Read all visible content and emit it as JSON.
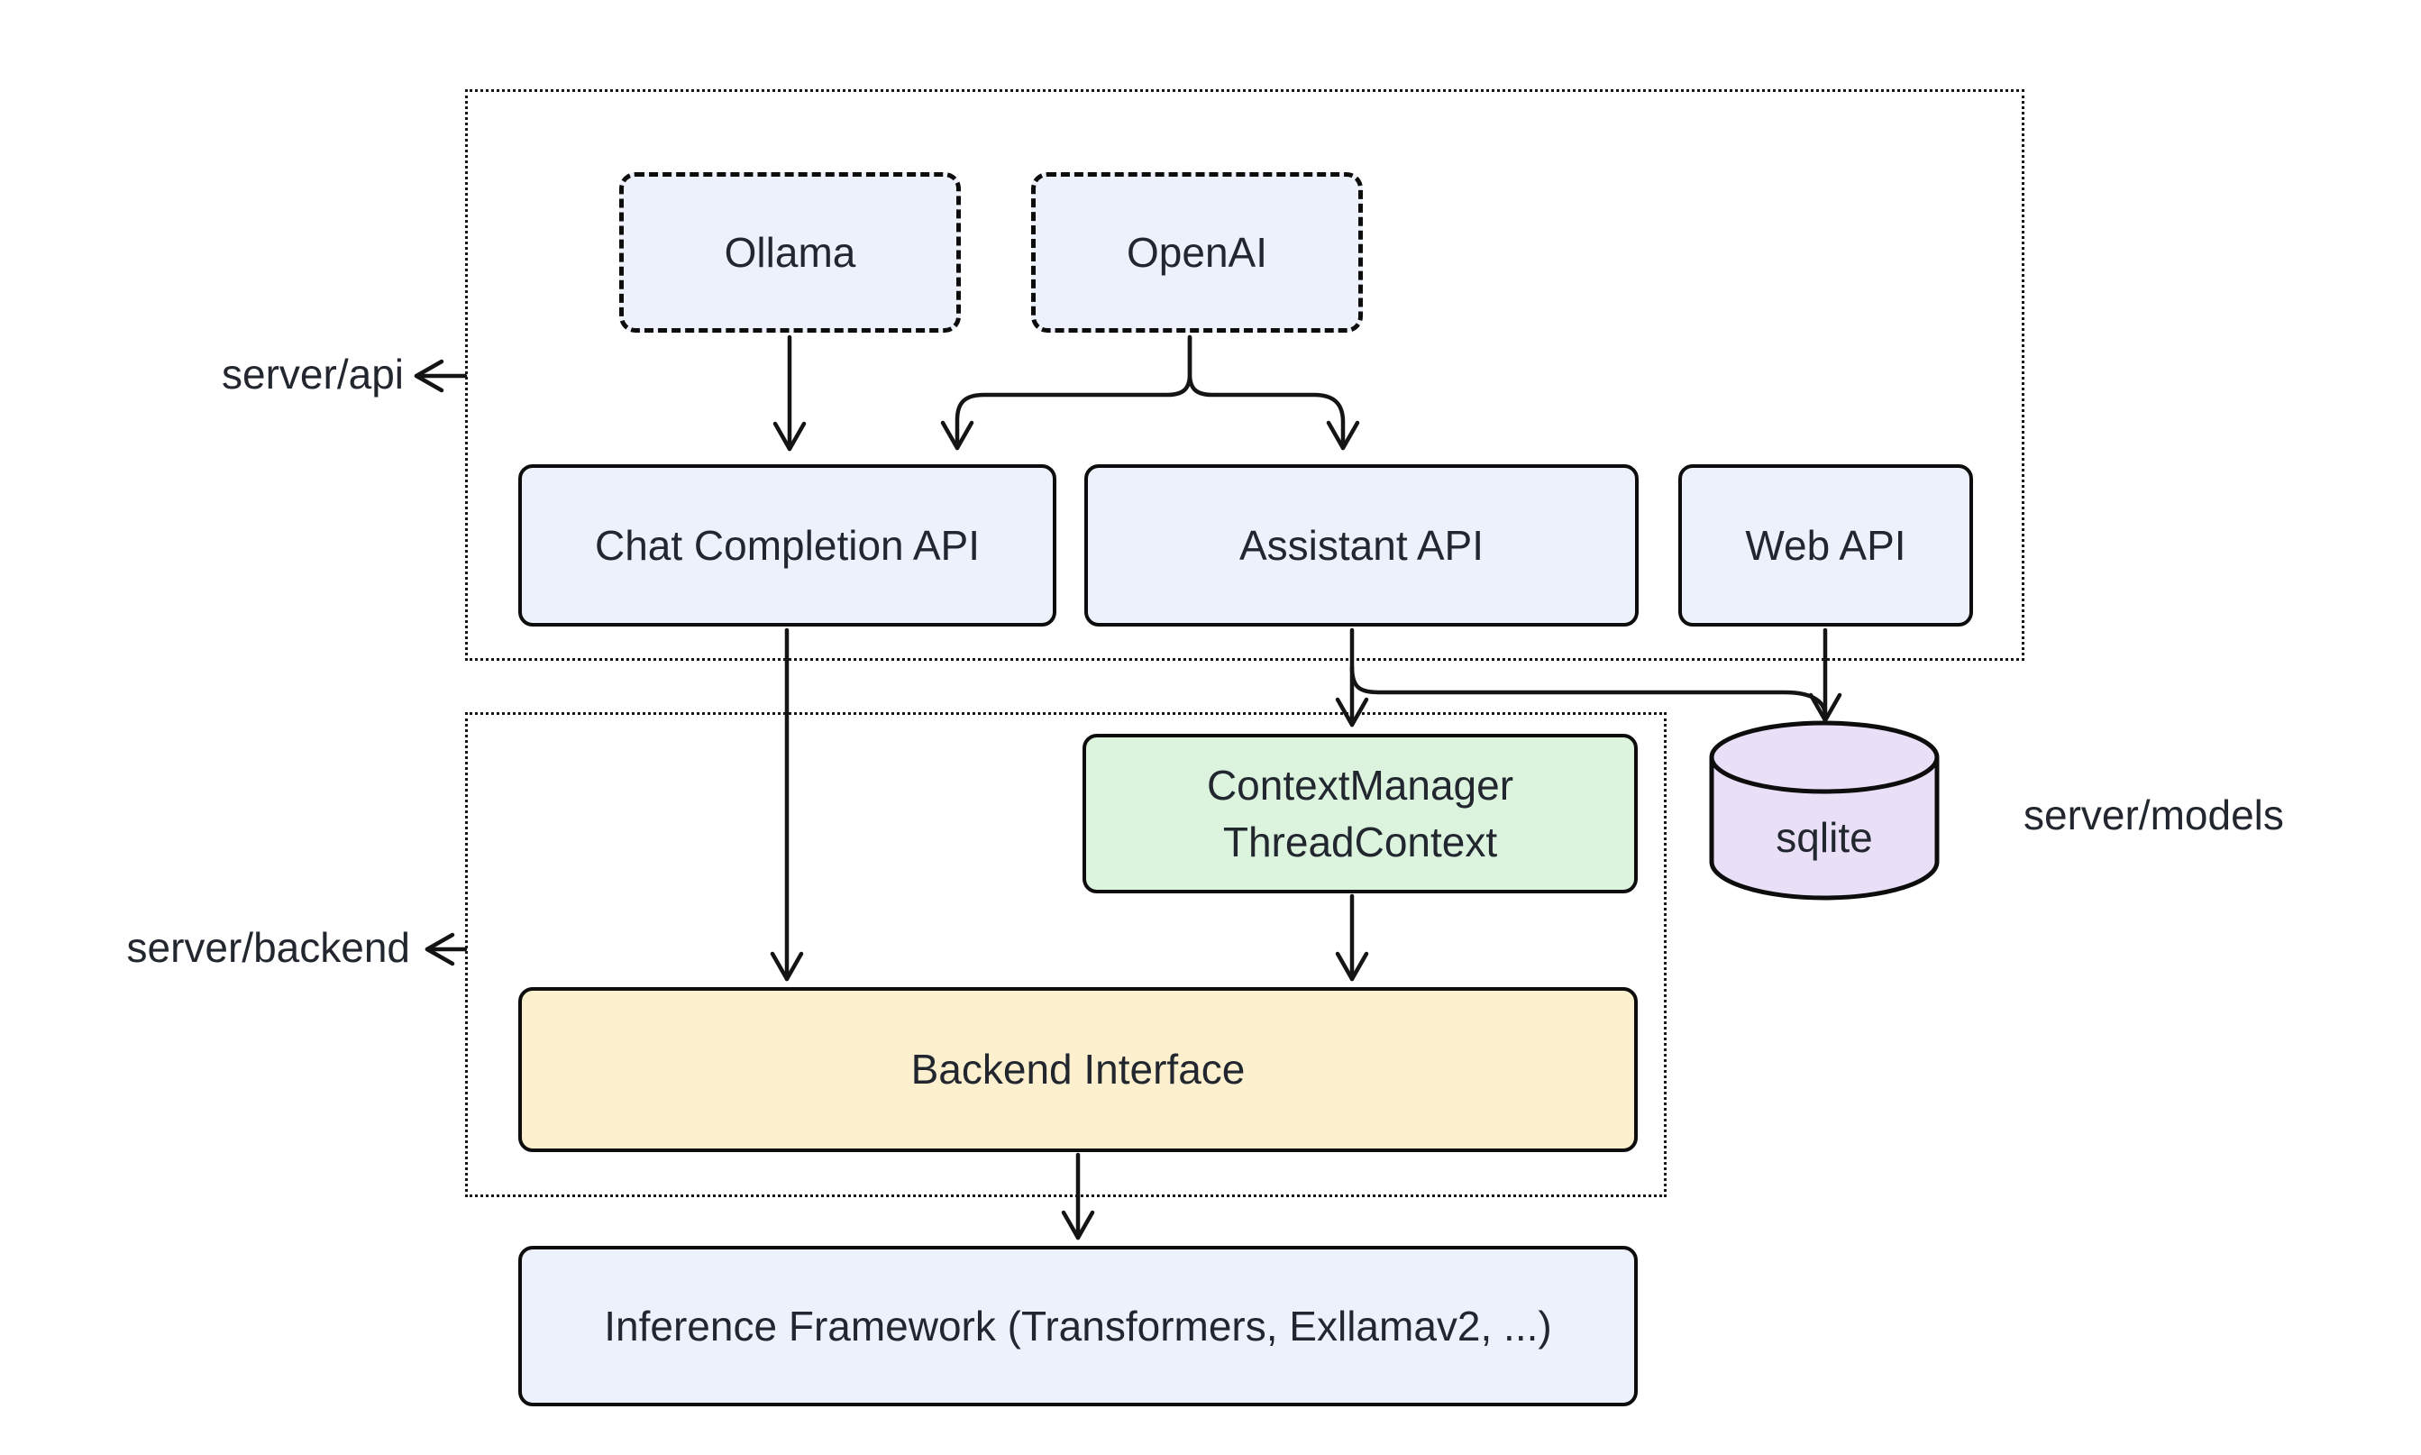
{
  "diagram": {
    "type": "architecture-flowchart",
    "labels": {
      "server_api": "server/api",
      "server_backend": "server/backend",
      "server_models": "server/models"
    },
    "nodes": {
      "ollama": {
        "label": "Ollama"
      },
      "openai": {
        "label": "OpenAI"
      },
      "chat_api": {
        "label": "Chat Completion API"
      },
      "assistant_api": {
        "label": "Assistant API"
      },
      "web_api": {
        "label": "Web API"
      },
      "context": {
        "line1": "ContextManager",
        "line2": "ThreadContext"
      },
      "sqlite": {
        "label": "sqlite"
      },
      "backend": {
        "label": "Backend Interface"
      },
      "inference": {
        "label": "Inference Framework (Transformers, Exllamav2, ...)"
      }
    },
    "containers": [
      {
        "id": "server-api",
        "label": "server/api",
        "contains": [
          "Ollama",
          "OpenAI",
          "Chat Completion API",
          "Assistant API",
          "Web API"
        ]
      },
      {
        "id": "server-backend",
        "label": "server/backend",
        "contains": [
          "ContextManager ThreadContext",
          "Backend Interface"
        ]
      }
    ],
    "edges": [
      {
        "from": "Ollama",
        "to": "Chat Completion API"
      },
      {
        "from": "OpenAI",
        "to": "Chat Completion API"
      },
      {
        "from": "OpenAI",
        "to": "Assistant API"
      },
      {
        "from": "Chat Completion API",
        "to": "Backend Interface"
      },
      {
        "from": "Assistant API",
        "to": "ContextManager ThreadContext"
      },
      {
        "from": "Assistant API",
        "to": "sqlite"
      },
      {
        "from": "Web API",
        "to": "sqlite"
      },
      {
        "from": "ContextManager ThreadContext",
        "to": "Backend Interface"
      },
      {
        "from": "Backend Interface",
        "to": "Inference Framework (Transformers, Exllamav2, ...)"
      }
    ],
    "colors": {
      "node_blue_fill": "#EDF1FB",
      "node_green_fill": "#DCF3DE",
      "node_yellow_fill": "#FCF0CE",
      "cylinder_fill": "#E9DFF7",
      "stroke": "#0d0d0d",
      "text": "#22272F",
      "background": "#ffffff"
    }
  }
}
